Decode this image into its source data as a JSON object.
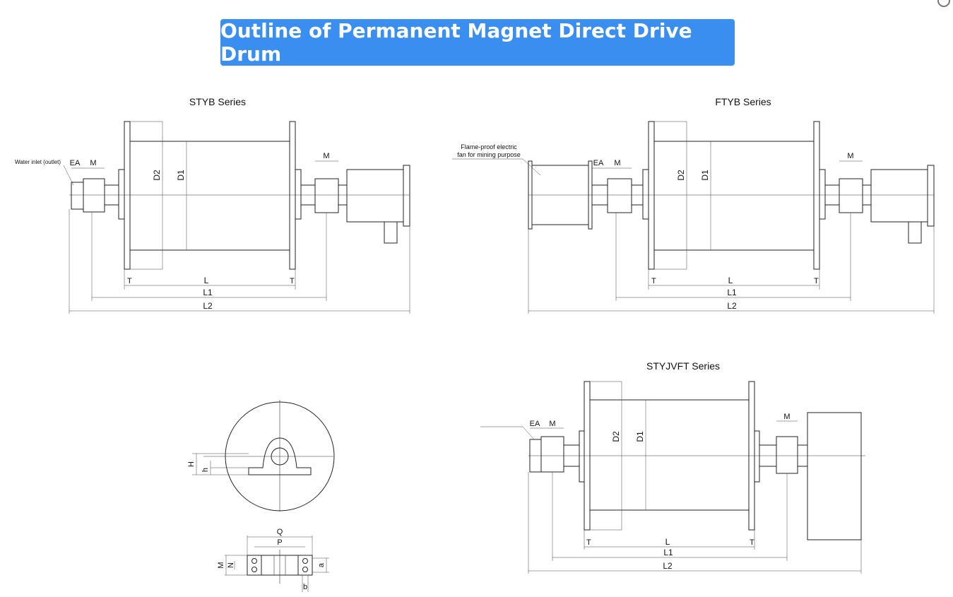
{
  "title": "Outline of Permanent Magnet Direct Drive Drum",
  "diagrams": {
    "styb": {
      "series": "STYB Series",
      "callout": "Water inlet (outlet)",
      "labels": {
        "EA": "EA",
        "M": "M",
        "D1": "D1",
        "D2": "D2",
        "L": "L",
        "L1": "L1",
        "L2": "L2",
        "T": "T"
      }
    },
    "ftyb": {
      "series": "FTYB Series",
      "callout_line1": "Flame-proof electric",
      "callout_line2": "fan for mining purpose",
      "labels": {
        "EA": "EA",
        "M": "M",
        "D1": "D1",
        "D2": "D2",
        "L": "L",
        "L1": "L1",
        "L2": "L2",
        "T": "T"
      }
    },
    "styjvft": {
      "series": "STYJVFT Series",
      "labels": {
        "EA": "EA",
        "M": "M",
        "D1": "D1",
        "D2": "D2",
        "L": "L",
        "L1": "L1",
        "L2": "L2",
        "T": "T"
      }
    },
    "end_view": {
      "labels": {
        "H": "H",
        "h": "h"
      }
    },
    "bearing_base": {
      "labels": {
        "Q": "Q",
        "P": "P",
        "M": "M",
        "N": "N",
        "a": "a",
        "b": "b"
      }
    }
  },
  "colors": {
    "banner": "#3a8ef0",
    "line": "#222222"
  }
}
